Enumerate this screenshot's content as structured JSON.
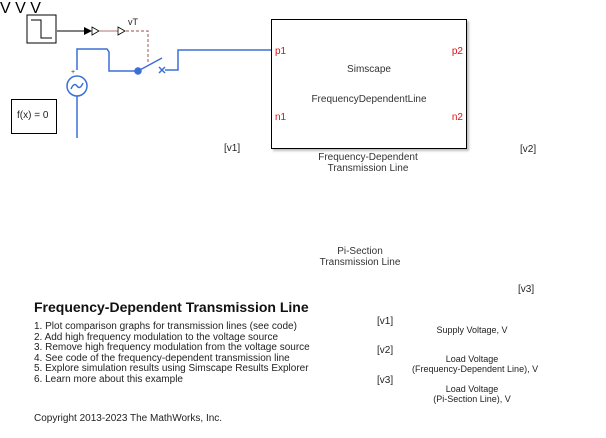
{
  "model": {
    "title": "Frequency-Dependent Transmission Line",
    "steps": [
      "1. Plot comparison graphs for transmission lines (see code)",
      "2. Add high frequency modulation to the voltage source",
      "3. Remove high frequency modulation from the voltage source",
      "4. See code of the frequency-dependent transmission line",
      "5. Explore simulation results using Simscape Results Explorer",
      "6. Learn more about this example"
    ],
    "copyright": "Copyright 2013-2023 The MathWorks, Inc."
  },
  "blocks": {
    "solver": "f(x) = 0",
    "step_signal_label": "vT",
    "fdline": {
      "line1": "Simscape",
      "line2": "FrequencyDependentLine",
      "name_line1": "Frequency-Dependent",
      "name_line2": "Transmission Line",
      "ports": {
        "p1": "p1",
        "n1": "n1",
        "p2": "p2",
        "n2": "n2"
      }
    },
    "piline": {
      "name_line1": "Pi-Section",
      "name_line2": "Transmission Line"
    },
    "goto": {
      "v1": "[v1]",
      "v2": "[v2]",
      "v3": "[v3]"
    },
    "from": {
      "v1": "[v1]",
      "v2": "[v2]",
      "v3": "[v3]"
    },
    "signals": {
      "s1": "Supply Voltage, V",
      "s2_line1": "Load Voltage",
      "s2_line2": "(Frequency-Dependent Line), V",
      "s3_line1": "Load Voltage",
      "s3_line2": "(Pi-Section Line), V"
    },
    "voltmeter_glyph": "V"
  },
  "colors": {
    "physical_wire": "#3b6fd6",
    "signal_wire": "#000000",
    "physical_signal": "#b07070",
    "port_label": "#e01010"
  }
}
